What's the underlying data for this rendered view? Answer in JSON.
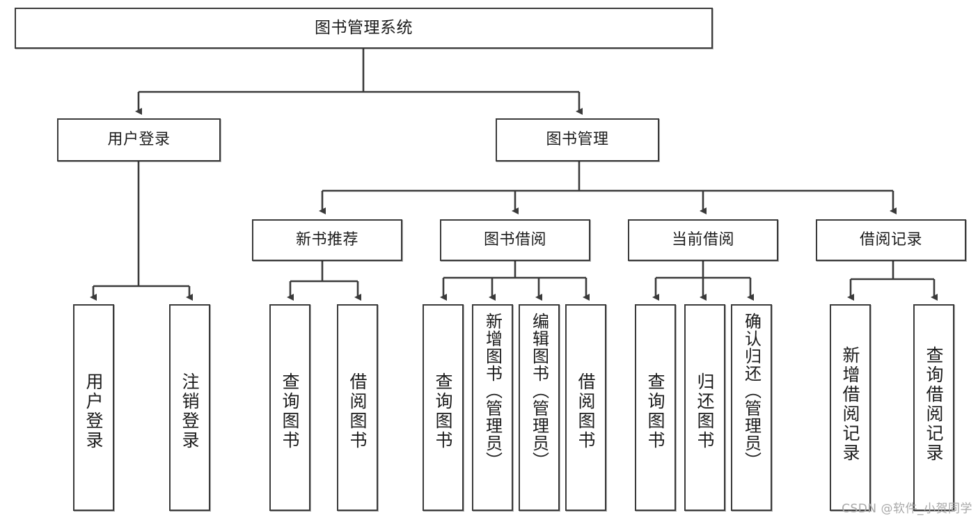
{
  "diagram": {
    "title": "图书管理系统",
    "type": "tree-hierarchy",
    "watermark": "CSDN @软件_小贺同学",
    "stroke_color": "#3a3a3a",
    "fill_color": "#ffffff",
    "text_color": "#1b1b1b",
    "watermark_color": "#a8a8a8"
  },
  "nodes": {
    "root": {
      "label": "图书管理系统"
    },
    "level2": [
      {
        "id": "user-login",
        "label": "用户登录"
      },
      {
        "id": "book-management",
        "label": "图书管理"
      }
    ],
    "level3": [
      {
        "id": "new-book-recommend",
        "label": "新书推荐"
      },
      {
        "id": "book-borrow",
        "label": "图书借阅"
      },
      {
        "id": "current-borrow",
        "label": "当前借阅"
      },
      {
        "id": "borrow-record",
        "label": "借阅记录"
      }
    ],
    "leaves": {
      "user_login": [
        {
          "id": "leaf-user-login",
          "label": "用户登录"
        },
        {
          "id": "leaf-logout-login",
          "label": "注销登录"
        }
      ],
      "new_book_recommend": [
        {
          "id": "leaf-query-book-1",
          "label": "查询图书"
        },
        {
          "id": "leaf-borrow-book-1",
          "label": "借阅图书"
        }
      ],
      "book_borrow": [
        {
          "id": "leaf-query-book-2",
          "label": "查询图书"
        },
        {
          "id": "leaf-add-book",
          "label": "新增图书（管理员）"
        },
        {
          "id": "leaf-edit-book",
          "label": "编辑图书（管理员）"
        },
        {
          "id": "leaf-borrow-book-2",
          "label": "借阅图书"
        }
      ],
      "current_borrow": [
        {
          "id": "leaf-query-book-3",
          "label": "查询图书"
        },
        {
          "id": "leaf-return-book",
          "label": "归还图书"
        },
        {
          "id": "leaf-confirm-return",
          "label": "确认归还（管理员）"
        }
      ],
      "borrow_record": [
        {
          "id": "leaf-add-record",
          "label": "新增借阅记录"
        },
        {
          "id": "leaf-query-record",
          "label": "查询借阅记录"
        }
      ]
    }
  },
  "edges": [
    {
      "from": "图书管理系统",
      "to": "用户登录"
    },
    {
      "from": "图书管理系统",
      "to": "图书管理"
    },
    {
      "from": "用户登录",
      "to": "用户登录"
    },
    {
      "from": "用户登录",
      "to": "注销登录"
    },
    {
      "from": "图书管理",
      "to": "新书推荐"
    },
    {
      "from": "图书管理",
      "to": "图书借阅"
    },
    {
      "from": "图书管理",
      "to": "当前借阅"
    },
    {
      "from": "图书管理",
      "to": "借阅记录"
    },
    {
      "from": "新书推荐",
      "to": "查询图书"
    },
    {
      "from": "新书推荐",
      "to": "借阅图书"
    },
    {
      "from": "图书借阅",
      "to": "查询图书"
    },
    {
      "from": "图书借阅",
      "to": "新增图书（管理员）"
    },
    {
      "from": "图书借阅",
      "to": "编辑图书（管理员）"
    },
    {
      "from": "图书借阅",
      "to": "借阅图书"
    },
    {
      "from": "当前借阅",
      "to": "查询图书"
    },
    {
      "from": "当前借阅",
      "to": "归还图书"
    },
    {
      "from": "当前借阅",
      "to": "确认归还（管理员）"
    },
    {
      "from": "借阅记录",
      "to": "新增借阅记录"
    },
    {
      "from": "借阅记录",
      "to": "查询借阅记录"
    }
  ]
}
